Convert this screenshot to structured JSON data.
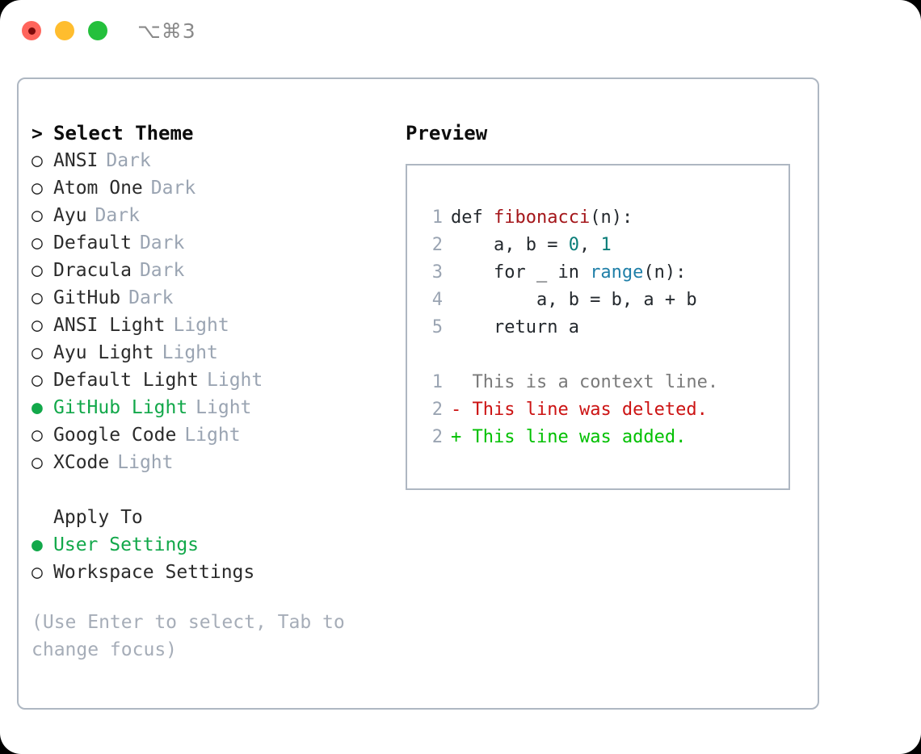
{
  "window": {
    "title": "⌥⌘3",
    "traffic_lights": [
      "close-red",
      "minimize-yellow",
      "maximize-green"
    ]
  },
  "theme_section": {
    "heading": "Select Theme",
    "heading_marker": ">",
    "unselected_marker": "○",
    "selected_marker": "●",
    "items": [
      {
        "label": "ANSI",
        "tag": "Dark",
        "selected": false
      },
      {
        "label": "Atom One",
        "tag": "Dark",
        "selected": false
      },
      {
        "label": "Ayu",
        "tag": "Dark",
        "selected": false
      },
      {
        "label": "Default",
        "tag": "Dark",
        "selected": false
      },
      {
        "label": "Dracula",
        "tag": "Dark",
        "selected": false
      },
      {
        "label": "GitHub",
        "tag": "Dark",
        "selected": false
      },
      {
        "label": "ANSI Light",
        "tag": "Light",
        "selected": false
      },
      {
        "label": "Ayu Light",
        "tag": "Light",
        "selected": false
      },
      {
        "label": "Default Light",
        "tag": "Light",
        "selected": false
      },
      {
        "label": "GitHub Light",
        "tag": "Light",
        "selected": true
      },
      {
        "label": "Google Code",
        "tag": "Light",
        "selected": false
      },
      {
        "label": "XCode",
        "tag": "Light",
        "selected": false
      }
    ]
  },
  "apply_to_section": {
    "heading": "Apply To",
    "items": [
      {
        "label": "User Settings",
        "selected": true
      },
      {
        "label": "Workspace Settings",
        "selected": false
      }
    ]
  },
  "hint": "(Use Enter to select, Tab to change focus)",
  "preview": {
    "title": "Preview",
    "code_lines": [
      {
        "no": "1",
        "tokens": [
          {
            "t": "def ",
            "k": "def"
          },
          {
            "t": "fibonacci",
            "k": "fn"
          },
          {
            "t": "(n):",
            "k": "plain"
          }
        ]
      },
      {
        "no": "2",
        "tokens": [
          {
            "t": "    a, b = ",
            "k": "plain"
          },
          {
            "t": "0",
            "k": "num"
          },
          {
            "t": ", ",
            "k": "plain"
          },
          {
            "t": "1",
            "k": "num"
          }
        ]
      },
      {
        "no": "3",
        "tokens": [
          {
            "t": "    for _ in ",
            "k": "plain"
          },
          {
            "t": "range",
            "k": "call"
          },
          {
            "t": "(n):",
            "k": "plain"
          }
        ]
      },
      {
        "no": "4",
        "tokens": [
          {
            "t": "        a, b = b, a + b",
            "k": "plain"
          }
        ]
      },
      {
        "no": "5",
        "tokens": [
          {
            "t": "    return a",
            "k": "plain"
          }
        ]
      }
    ],
    "diff_lines": [
      {
        "no": "1",
        "sign": " ",
        "text": "This is a context line.",
        "kind": "context"
      },
      {
        "no": "2",
        "sign": "-",
        "text": "This line was deleted.",
        "kind": "deleted"
      },
      {
        "no": "2",
        "sign": "+",
        "text": "This line was added.",
        "kind": "added"
      }
    ]
  },
  "colors": {
    "accent_green": "#12a84a",
    "tag_gray": "#9aa4b2",
    "border": "#aeb7c2",
    "diff_deleted": "#cc1313",
    "diff_added": "#00c000",
    "diff_context": "#7a7a7a",
    "token_function": "#a4161a",
    "token_number": "#0a7d78",
    "token_call": "#1f7fa8"
  }
}
